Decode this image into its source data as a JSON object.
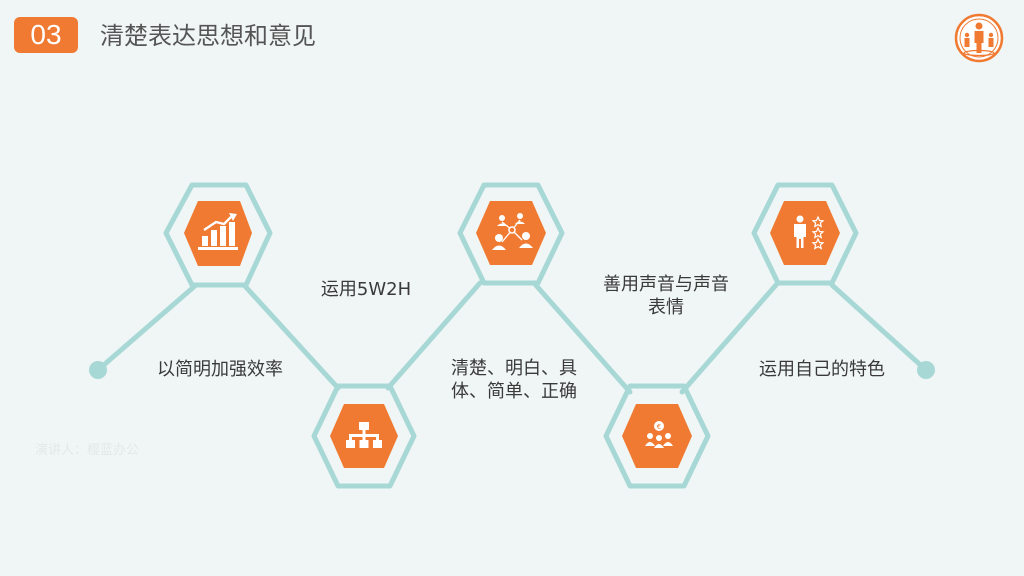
{
  "header": {
    "number": "03",
    "title": "清楚表达思想和意见"
  },
  "steps": [
    {
      "label": "以简明加强效率",
      "icon": "bar-chart-growth-icon"
    },
    {
      "label": "运用5W2H",
      "icon": "org-chart-icon"
    },
    {
      "label": "清楚、明白、具\n体、简单、正确",
      "icon": "people-network-icon"
    },
    {
      "label": "善用声音与声音\n表情",
      "icon": "team-money-icon"
    },
    {
      "label": "运用自己的特色",
      "icon": "person-stars-icon"
    }
  ],
  "speaker": "演讲人：樱蓝办公",
  "colors": {
    "accent": "#f07a32",
    "line": "#a7d8d6",
    "background": "#eff6f5"
  }
}
